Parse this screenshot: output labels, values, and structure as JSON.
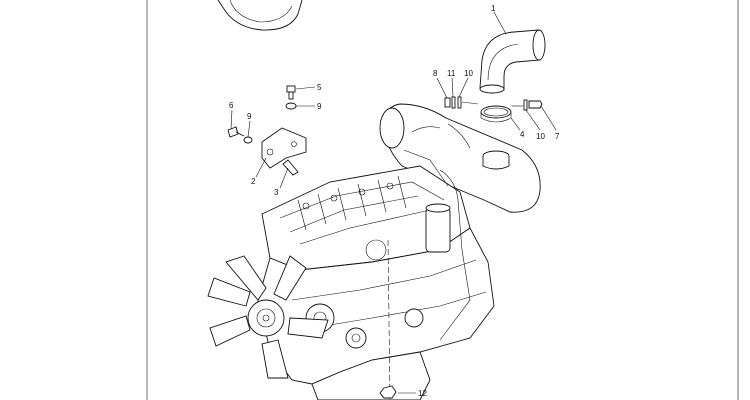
{
  "callouts": [
    {
      "id": "c1",
      "label": "1"
    },
    {
      "id": "c2",
      "label": "2"
    },
    {
      "id": "c3",
      "label": "3"
    },
    {
      "id": "c4",
      "label": "4"
    },
    {
      "id": "c5",
      "label": "5"
    },
    {
      "id": "c6",
      "label": "6"
    },
    {
      "id": "c7",
      "label": "7"
    },
    {
      "id": "c8",
      "label": "8"
    },
    {
      "id": "c9a",
      "label": "9"
    },
    {
      "id": "c9b",
      "label": "9"
    },
    {
      "id": "c10a",
      "label": "10"
    },
    {
      "id": "c10b",
      "label": "10"
    },
    {
      "id": "c11",
      "label": "11"
    },
    {
      "id": "c12",
      "label": "12"
    }
  ]
}
